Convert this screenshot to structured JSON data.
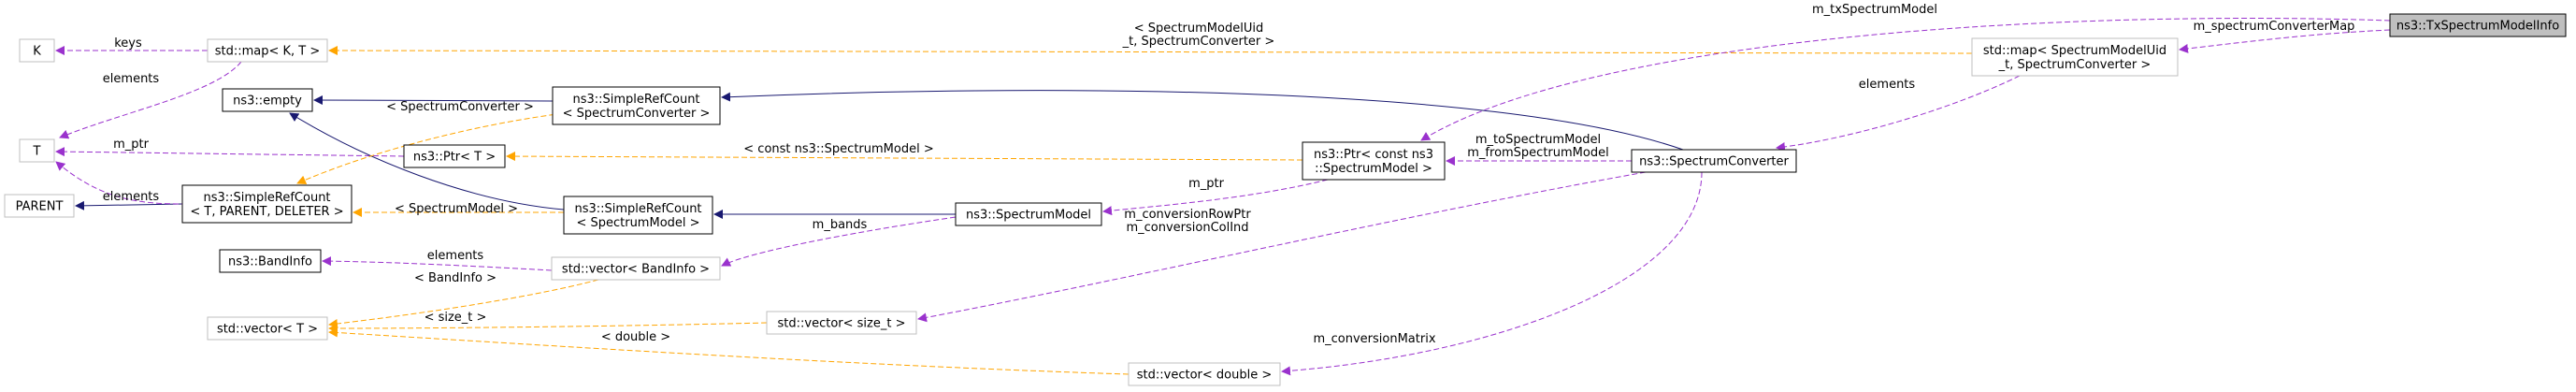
{
  "diagram": {
    "colors": {
      "inherit": "#191970",
      "usage": "#9a32cd",
      "template": "#ffa500",
      "node_border_solid": "#000000",
      "node_border_light": "#bfbfbf",
      "highlight_fill": "#bfbfbf"
    },
    "nodes": [
      {
        "id": "K",
        "lines": [
          "K"
        ],
        "style": "light"
      },
      {
        "id": "T",
        "lines": [
          "T"
        ],
        "style": "light"
      },
      {
        "id": "PARENT",
        "lines": [
          "PARENT"
        ],
        "style": "light"
      },
      {
        "id": "map_kt",
        "lines": [
          "std::map< K, T >"
        ],
        "style": "light"
      },
      {
        "id": "empty",
        "lines": [
          "ns3::empty"
        ],
        "style": "solid"
      },
      {
        "id": "srcSpectrumConverter",
        "lines": [
          "ns3::SimpleRefCount",
          "< SpectrumConverter >"
        ],
        "style": "solid"
      },
      {
        "id": "ptr_t",
        "lines": [
          "ns3::Ptr< T >"
        ],
        "style": "solid"
      },
      {
        "id": "srcTPD",
        "lines": [
          "ns3::SimpleRefCount",
          "< T, PARENT, DELETER >"
        ],
        "style": "solid"
      },
      {
        "id": "srcSpectrumModel",
        "lines": [
          "ns3::SimpleRefCount",
          "< SpectrumModel >"
        ],
        "style": "solid"
      },
      {
        "id": "bandInfo",
        "lines": [
          "ns3::BandInfo"
        ],
        "style": "solid"
      },
      {
        "id": "vec_bandinfo",
        "lines": [
          "std::vector< BandInfo >"
        ],
        "style": "light"
      },
      {
        "id": "vec_t",
        "lines": [
          "std::vector< T >"
        ],
        "style": "light"
      },
      {
        "id": "vec_size_t",
        "lines": [
          "std::vector< size_t >"
        ],
        "style": "light"
      },
      {
        "id": "vec_double",
        "lines": [
          "std::vector< double >"
        ],
        "style": "light"
      },
      {
        "id": "spectrumModel",
        "lines": [
          "ns3::SpectrumModel"
        ],
        "style": "solid"
      },
      {
        "id": "ptr_const_sm",
        "lines": [
          "ns3::Ptr< const ns3",
          "::SpectrumModel >"
        ],
        "style": "solid"
      },
      {
        "id": "spectrumConverter",
        "lines": [
          "ns3::SpectrumConverter"
        ],
        "style": "solid"
      },
      {
        "id": "map_sm",
        "lines": [
          "std::map< SpectrumModelUid",
          "_t, SpectrumConverter >"
        ],
        "style": "light"
      },
      {
        "id": "txSpectrumModelInfo",
        "lines": [
          "ns3::TxSpectrumModelInfo"
        ],
        "style": "highlight"
      }
    ],
    "edges": [
      {
        "id": "e_map_kt_K",
        "kind": "usage",
        "labels": [
          "keys"
        ]
      },
      {
        "id": "e_map_kt_T",
        "kind": "usage",
        "labels": [
          "elements"
        ]
      },
      {
        "id": "e_ptr_t_T",
        "kind": "usage",
        "labels": [
          "m_ptr"
        ]
      },
      {
        "id": "e_srcTPD_PARENT",
        "kind": "inherit",
        "labels": []
      },
      {
        "id": "e_srcTPD_T",
        "kind": "usage",
        "labels": [
          "elements"
        ]
      },
      {
        "id": "e_srcSC_empty",
        "kind": "inherit",
        "labels": []
      },
      {
        "id": "e_srcSM_empty",
        "kind": "inherit",
        "labels": []
      },
      {
        "id": "e_srcSC_srcTPD",
        "kind": "template",
        "labels": [
          "< SpectrumConverter >"
        ]
      },
      {
        "id": "e_srcSM_srcTPD",
        "kind": "template",
        "labels": [
          "< SpectrumModel >"
        ]
      },
      {
        "id": "e_vecbi_bandInfo",
        "kind": "usage",
        "labels": [
          "elements"
        ]
      },
      {
        "id": "e_vecbi_vect",
        "kind": "template",
        "labels": [
          "< BandInfo >"
        ]
      },
      {
        "id": "e_vecst_vect",
        "kind": "template",
        "labels": [
          "< size_t >"
        ]
      },
      {
        "id": "e_vecd_vect",
        "kind": "template",
        "labels": [
          "< double >"
        ]
      },
      {
        "id": "e_sm_srcSM",
        "kind": "inherit",
        "labels": []
      },
      {
        "id": "e_sm_vecbi",
        "kind": "usage",
        "labels": [
          "m_bands"
        ]
      },
      {
        "id": "e_ptrsm_ptrt",
        "kind": "template",
        "labels": [
          "< const ns3::SpectrumModel >"
        ]
      },
      {
        "id": "e_ptrsm_sm",
        "kind": "usage",
        "labels": [
          "m_ptr"
        ]
      },
      {
        "id": "e_sc_srcSC",
        "kind": "inherit",
        "labels": []
      },
      {
        "id": "e_sc_ptrsm",
        "kind": "usage",
        "labels": [
          "m_toSpectrumModel",
          "m_fromSpectrumModel"
        ]
      },
      {
        "id": "e_sc_vecst",
        "kind": "usage",
        "labels": [
          "m_conversionRowPtr",
          "m_conversionColInd"
        ]
      },
      {
        "id": "e_sc_vecd",
        "kind": "usage",
        "labels": [
          "m_conversionMatrix"
        ]
      },
      {
        "id": "e_mapsm_sc",
        "kind": "usage",
        "labels": [
          "elements"
        ]
      },
      {
        "id": "e_mapsm_mapkt",
        "kind": "template",
        "labels": [
          "< SpectrumModelUid",
          "_t, SpectrumConverter >"
        ]
      },
      {
        "id": "e_tx_mapsm",
        "kind": "usage",
        "labels": [
          "m_spectrumConverterMap"
        ]
      },
      {
        "id": "e_tx_ptrsm",
        "kind": "usage",
        "labels": [
          "m_txSpectrumModel"
        ]
      }
    ]
  }
}
